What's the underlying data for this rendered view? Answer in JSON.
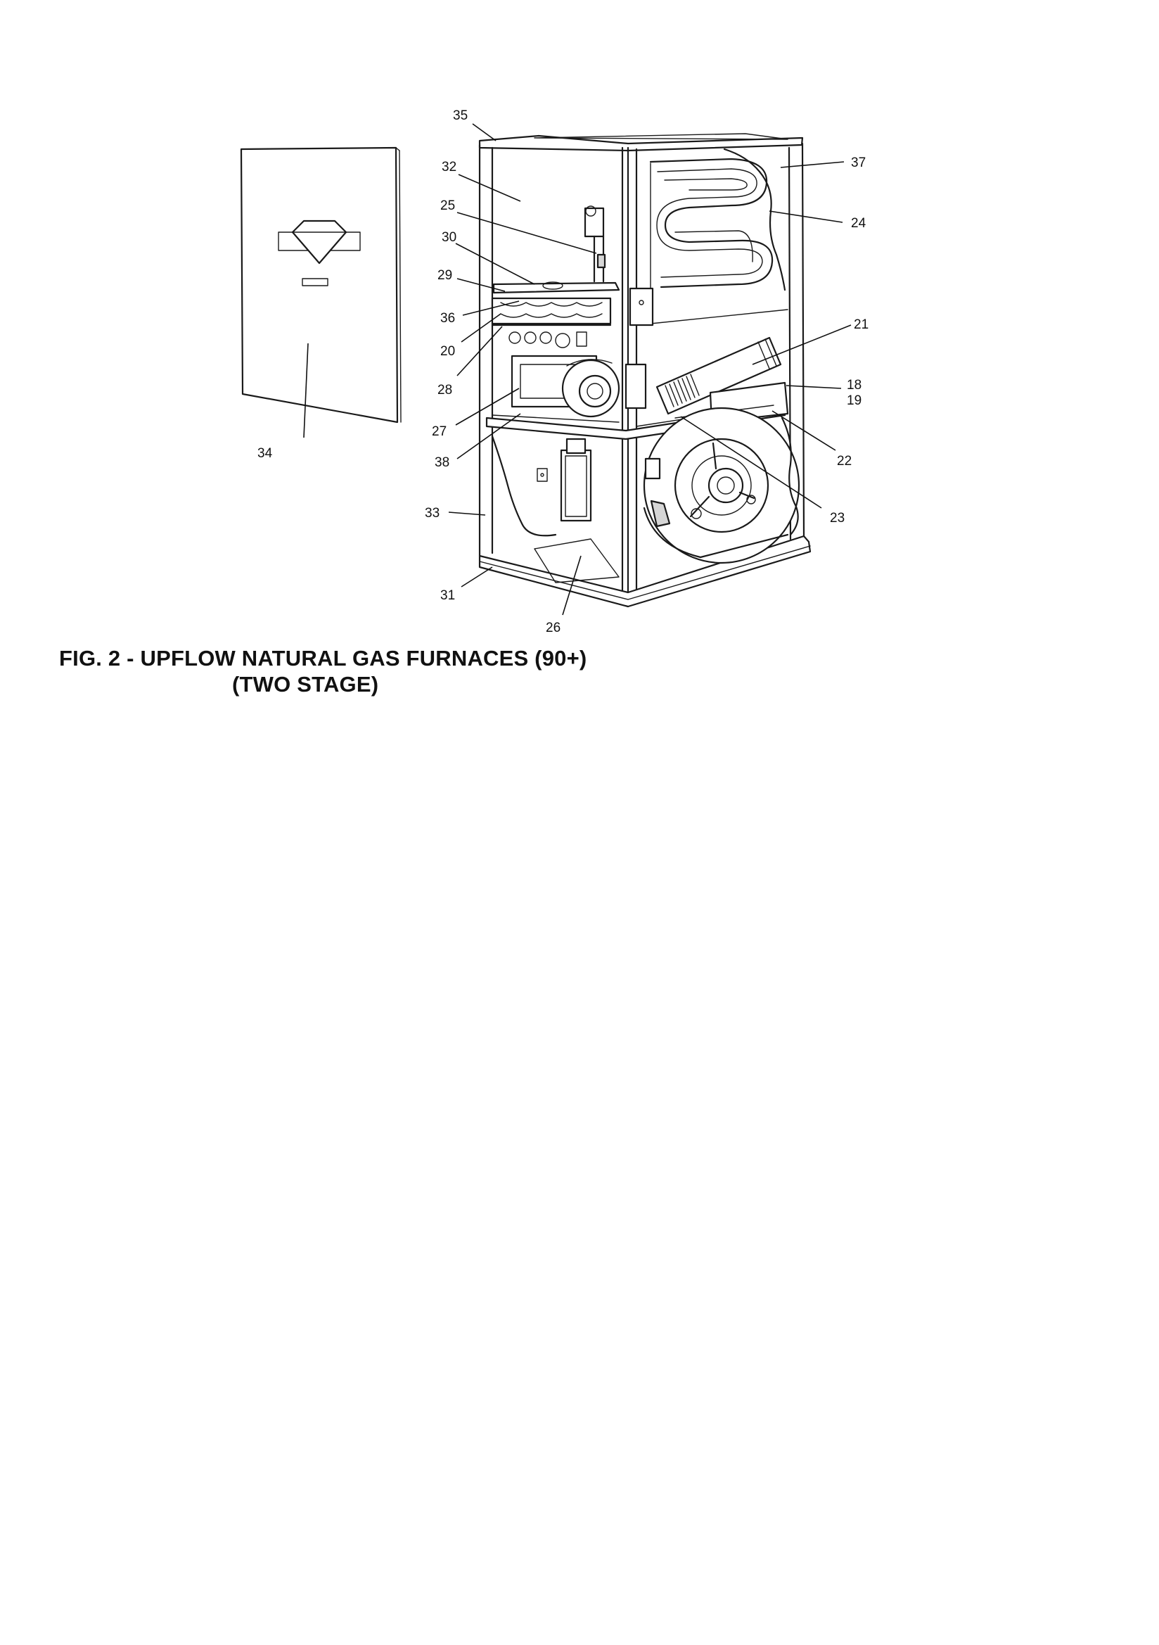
{
  "figure": {
    "caption_line1": "FIG. 2 - UPFLOW NATURAL GAS FURNACES (90+)",
    "caption_line2": "(TWO STAGE)"
  },
  "callouts": {
    "c35": "35",
    "c32": "32",
    "c37": "37",
    "c25": "25",
    "c24": "24",
    "c30": "30",
    "c29": "29",
    "c36": "36",
    "c21": "21",
    "c20": "20",
    "c18": "18",
    "c19": "19",
    "c28": "28",
    "c27": "27",
    "c22": "22",
    "c38": "38",
    "c34": "34",
    "c33": "33",
    "c23": "23",
    "c31": "31",
    "c26": "26"
  }
}
